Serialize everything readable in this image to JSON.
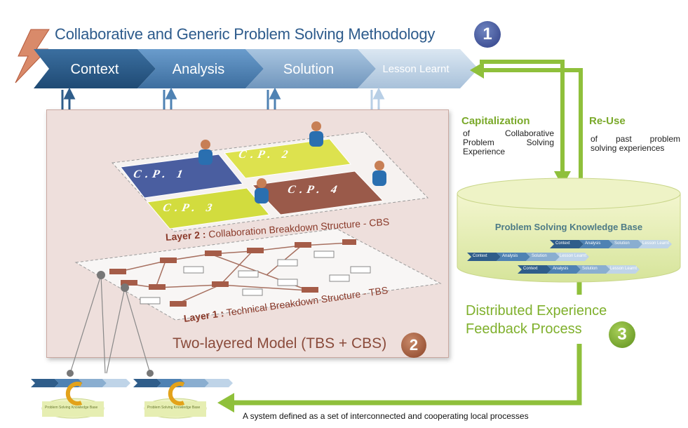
{
  "header": {
    "title": "Collaborative and Generic Problem Solving Methodology",
    "badge": "1"
  },
  "steps": [
    "Context",
    "Analysis",
    "Solution",
    "Lesson Learnt"
  ],
  "model": {
    "caption": "Two-layered Model (TBS + CBS)",
    "badge": "2",
    "layer2_label": {
      "prefix": "Layer 2 :",
      "text": "Collaboration Breakdown Structure - CBS"
    },
    "layer1_label": {
      "prefix": "Layer 1 :",
      "text": "Technical Breakdown Structure - TBS"
    },
    "cp_tiles": [
      "C.P. 1",
      "C.P. 2",
      "C.P. 3",
      "C.P. 4"
    ]
  },
  "capitalization": {
    "heading": "Capitalization",
    "lines": [
      "of Collaborative",
      "Problem Solving",
      "Experience"
    ]
  },
  "reuse": {
    "heading": "Re-Use",
    "lines": [
      "of past problem",
      "solving experiences"
    ]
  },
  "knowledge_base": {
    "title": "Problem Solving Knowledge Base",
    "mini_steps": [
      "Context",
      "Analysis",
      "Solution",
      "Lesson Learnt"
    ]
  },
  "distributed": {
    "lines": [
      "Distributed Experience",
      "Feedback Process"
    ],
    "badge": "3"
  },
  "local_kb_label": "Problem Solving Knowledge Base",
  "footnote": "A system defined as a set of interconnected and cooperating local processes",
  "colors": {
    "context": "#2f5d8a",
    "analysis": "#4f82b3",
    "solution": "#8aaed0",
    "lesson": "#bfd4e8",
    "green": "#8fc03b",
    "brown": "#9c5a45",
    "cp1": "#4a5ea0",
    "cp2": "#c8d23c",
    "cp3": "#c9d63e",
    "cp4": "#9a5a4a"
  },
  "icons": [
    "lightning-icon",
    "person-icon",
    "database-cylinder-icon",
    "loop-c-icon"
  ]
}
